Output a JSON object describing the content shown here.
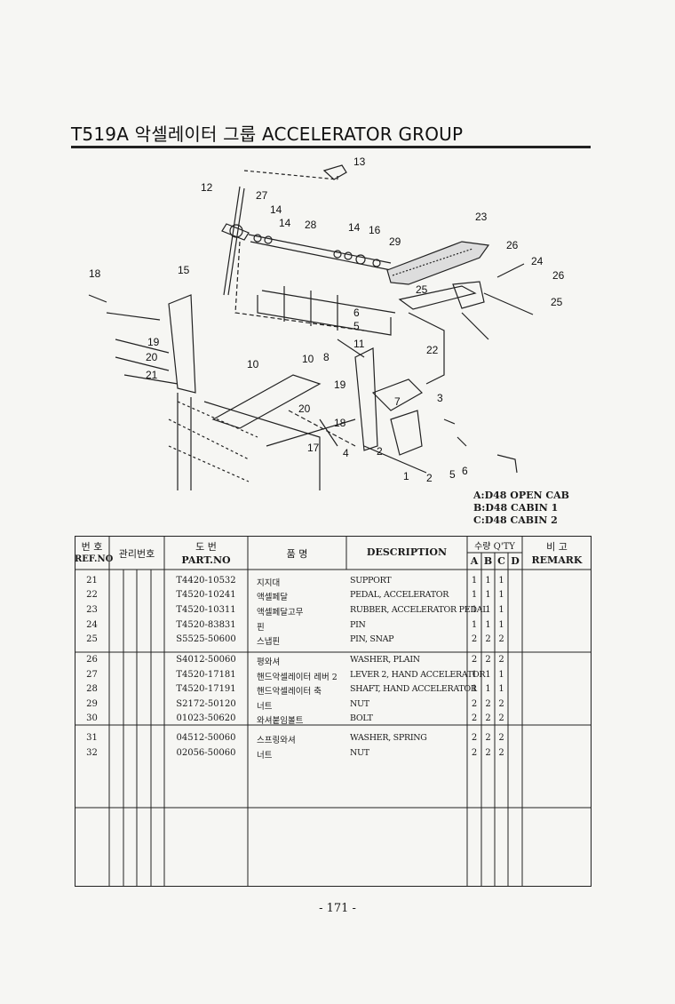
{
  "header": {
    "title": "T519A 악셀레이터 그룹 ACCELERATOR GROUP"
  },
  "diagram": {
    "callouts": [
      "13",
      "12",
      "27",
      "14",
      "14",
      "28",
      "14",
      "16",
      "29",
      "23",
      "26",
      "24",
      "26",
      "25",
      "15",
      "18",
      "25",
      "6",
      "5",
      "11",
      "22",
      "19",
      "20",
      "21",
      "10",
      "10",
      "8",
      "19",
      "20",
      "18",
      "3",
      "7",
      "17",
      "4",
      "2",
      "1",
      "2",
      "5",
      "6"
    ]
  },
  "legend": [
    "A:D48 OPEN CAB",
    "B:D48 CABIN 1",
    "C:D48 CABIN 2"
  ],
  "table": {
    "headers": {
      "ref_ko": "번 호",
      "ref_en": "REF.NO",
      "mgmt": "관리번호",
      "part_ko": "도    번",
      "part_en": "PART.NO",
      "name_ko": "품    명",
      "desc": "DESCRIPTION",
      "qty_ko": "수량 Q'TY",
      "qty_cols": [
        "A",
        "B",
        "C",
        "D"
      ],
      "remark_ko": "비    고",
      "remark_en": "REMARK"
    },
    "rows": [
      {
        "ref": "21",
        "part": "T4420-10532",
        "name": "지지대",
        "desc": "SUPPORT",
        "a": "1",
        "b": "1",
        "c": "1"
      },
      {
        "ref": "22",
        "part": "T4520-10241",
        "name": "액셀페달",
        "desc": "PEDAL, ACCELERATOR",
        "a": "1",
        "b": "1",
        "c": "1"
      },
      {
        "ref": "23",
        "part": "T4520-10311",
        "name": "액셀페달고무",
        "desc": "RUBBER, ACCELERATOR PEDAL",
        "a": "1",
        "b": "1",
        "c": "1"
      },
      {
        "ref": "24",
        "part": "T4520-83831",
        "name": "핀",
        "desc": "PIN",
        "a": "1",
        "b": "1",
        "c": "1"
      },
      {
        "ref": "25",
        "part": "S5525-50600",
        "name": "스냅핀",
        "desc": "PIN, SNAP",
        "a": "2",
        "b": "2",
        "c": "2"
      },
      {
        "ref": "26",
        "part": "S4012-50060",
        "name": "평와셔",
        "desc": "WASHER, PLAIN",
        "a": "2",
        "b": "2",
        "c": "2"
      },
      {
        "ref": "27",
        "part": "T4520-17181",
        "name": "핸드악셀레이터 레버 2",
        "desc": "LEVER 2, HAND ACCELERATOR",
        "a": "1",
        "b": "1",
        "c": "1"
      },
      {
        "ref": "28",
        "part": "T4520-17191",
        "name": "핸드악셀레이터 축",
        "desc": "SHAFT, HAND ACCELERATOR",
        "a": "1",
        "b": "1",
        "c": "1"
      },
      {
        "ref": "29",
        "part": "S2172-50120",
        "name": "너트",
        "desc": "NUT",
        "a": "2",
        "b": "2",
        "c": "2"
      },
      {
        "ref": "30",
        "part": "01023-50620",
        "name": "와셔붙임볼트",
        "desc": "BOLT",
        "a": "2",
        "b": "2",
        "c": "2"
      },
      {
        "ref": "31",
        "part": "04512-50060",
        "name": "스프링와셔",
        "desc": "WASHER, SPRING",
        "a": "2",
        "b": "2",
        "c": "2"
      },
      {
        "ref": "32",
        "part": "02056-50060",
        "name": "너트",
        "desc": "NUT",
        "a": "2",
        "b": "2",
        "c": "2"
      }
    ]
  },
  "footer": {
    "page": "- 171 -"
  }
}
